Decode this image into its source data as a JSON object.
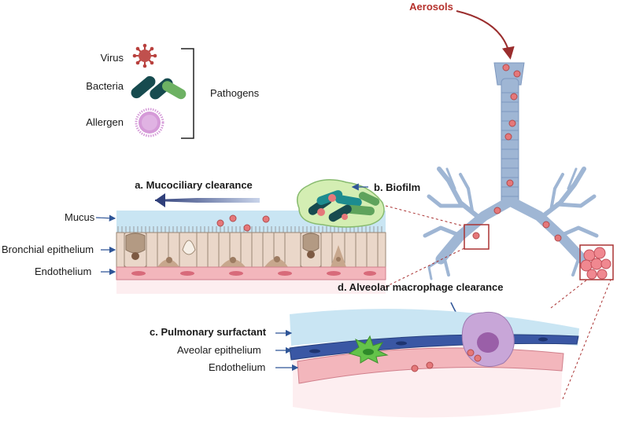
{
  "legend": {
    "virus": "Virus",
    "bacteria": "Bacteria",
    "allergen": "Allergen",
    "group": "Pathogens"
  },
  "airway": {
    "aerosols": "Aerosols"
  },
  "bronchial": {
    "title": "a. Mucociliary clearance",
    "mucus": "Mucus",
    "epithelium": "Bronchial epithelium",
    "endothelium": "Endothelium"
  },
  "biofilm": {
    "title": "b. Biofilm"
  },
  "alveolar": {
    "surfactant": "c. Pulmonary surfactant",
    "epithelium": "Aveolar epithelium",
    "endothelium": "Endothelium",
    "macrophage": "d. Alveolar macrophage clearance"
  },
  "colors": {
    "pathogen_red": "#e5787a",
    "virus": "#b8403d",
    "bacteria_dark": "#174b4f",
    "bacteria_teal": "#1d8c8f",
    "bacteria_green": "#5fa35c",
    "allergen": "#d59ad8",
    "mucus": "#c9e5f3",
    "airway": "#9fb6d4",
    "endothelium": "#f3b6bc",
    "macrophage": "#c8a6d8",
    "dendritic": "#64c34a",
    "arrow_blue": "#2f5597",
    "label_red": "#b5312c"
  }
}
